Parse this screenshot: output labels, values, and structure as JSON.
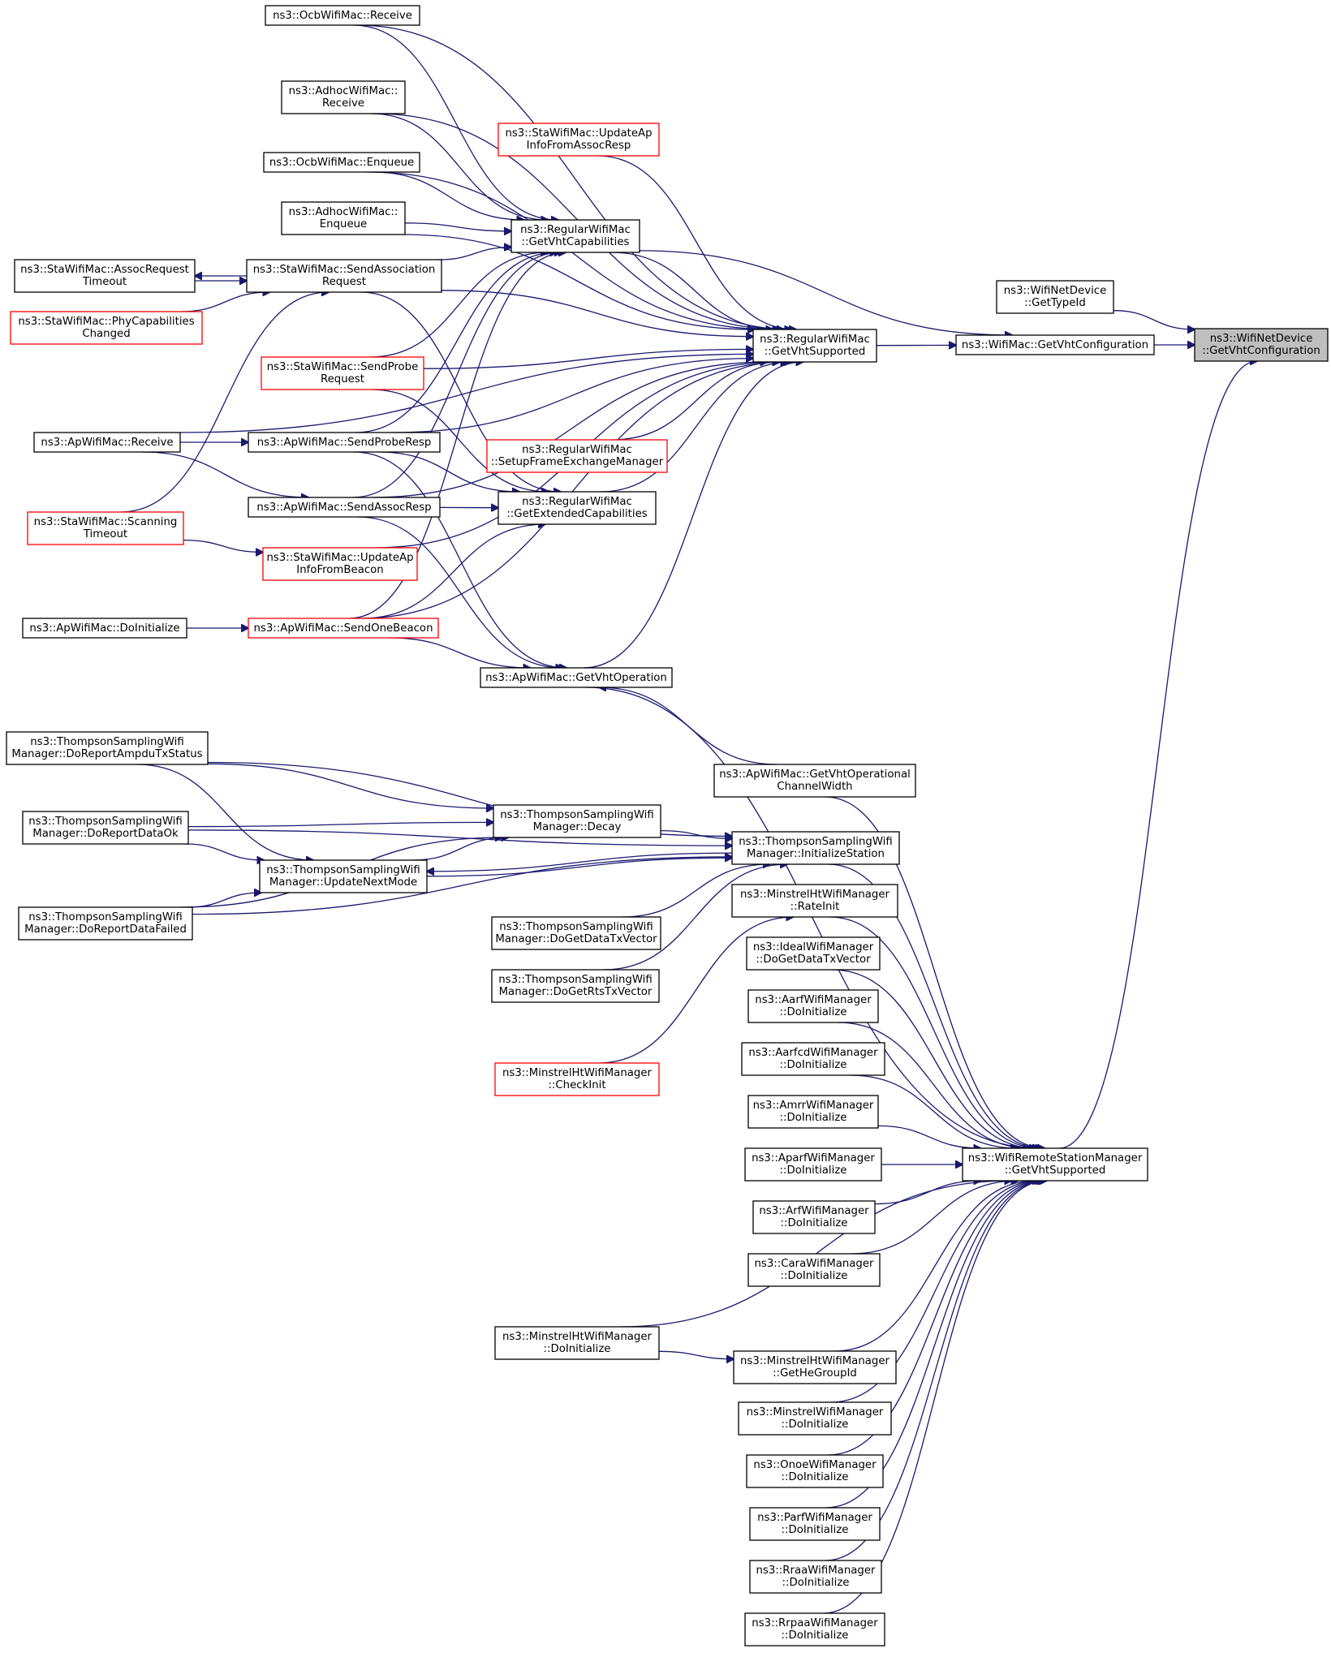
{
  "colors": {
    "edge": "#191970",
    "node_border": "#000000",
    "partial_node_border": "#ff0000",
    "root_fill": "#bfbfbf",
    "background": "#ffffff"
  },
  "nodes": [
    {
      "id": "root",
      "lines": [
        "ns3::WifiNetDevice",
        "::GetVhtConfiguration"
      ],
      "style": "root"
    },
    {
      "id": "wifinetdevice_gettypeid",
      "lines": [
        "ns3::WifiNetDevice",
        "::GetTypeId"
      ],
      "style": "normal"
    },
    {
      "id": "wifimac_getvhtconfiguration",
      "lines": [
        "ns3::WifiMac::GetVhtConfiguration"
      ],
      "style": "normal"
    },
    {
      "id": "regularwifimac_getvhtsupported",
      "lines": [
        "ns3::RegularWifiMac",
        "::GetVhtSupported"
      ],
      "style": "normal"
    },
    {
      "id": "ocbwifimac_receive",
      "lines": [
        "ns3::OcbWifiMac::Receive"
      ],
      "style": "normal"
    },
    {
      "id": "adhocwifimac_receive",
      "lines": [
        "ns3::AdhocWifiMac::",
        "Receive"
      ],
      "style": "normal"
    },
    {
      "id": "stawifimac_updateapinfofromassocresp",
      "lines": [
        "ns3::StaWifiMac::UpdateAp",
        "InfoFromAssocResp"
      ],
      "style": "partial"
    },
    {
      "id": "ocbwifimac_enqueue",
      "lines": [
        "ns3::OcbWifiMac::Enqueue"
      ],
      "style": "normal"
    },
    {
      "id": "adhocwifimac_enqueue",
      "lines": [
        "ns3::AdhocWifiMac::",
        "Enqueue"
      ],
      "style": "normal"
    },
    {
      "id": "regularwifimac_getvhtcapabilities",
      "lines": [
        "ns3::RegularWifiMac",
        "::GetVhtCapabilities"
      ],
      "style": "normal"
    },
    {
      "id": "stawifimac_assocrequesttimeout",
      "lines": [
        "ns3::StaWifiMac::AssocRequest",
        "Timeout"
      ],
      "style": "normal"
    },
    {
      "id": "stawifimac_sendassociationrequest",
      "lines": [
        "ns3::StaWifiMac::SendAssociation",
        "Request"
      ],
      "style": "normal"
    },
    {
      "id": "stawifimac_phycapabilitieschanged",
      "lines": [
        "ns3::StaWifiMac::PhyCapabilities",
        "Changed"
      ],
      "style": "partial"
    },
    {
      "id": "stawifimac_sendproberequest",
      "lines": [
        "ns3::StaWifiMac::SendProbe",
        "Request"
      ],
      "style": "partial"
    },
    {
      "id": "apwifimac_receive",
      "lines": [
        "ns3::ApWifiMac::Receive"
      ],
      "style": "normal"
    },
    {
      "id": "apwifimac_sendproberesp",
      "lines": [
        "ns3::ApWifiMac::SendProbeResp"
      ],
      "style": "normal"
    },
    {
      "id": "regularwifimac_setupframeexchangemanager",
      "lines": [
        "ns3::RegularWifiMac",
        "::SetupFrameExchangeManager"
      ],
      "style": "partial"
    },
    {
      "id": "apwifimac_sendassocresp",
      "lines": [
        "ns3::ApWifiMac::SendAssocResp"
      ],
      "style": "normal"
    },
    {
      "id": "regularwifimac_getextendedcapabilities",
      "lines": [
        "ns3::RegularWifiMac",
        "::GetExtendedCapabilities"
      ],
      "style": "normal"
    },
    {
      "id": "stawifimac_scanningtimeout",
      "lines": [
        "ns3::StaWifiMac::Scanning",
        "Timeout"
      ],
      "style": "partial"
    },
    {
      "id": "stawifimac_updateapinfofrombeacon",
      "lines": [
        "ns3::StaWifiMac::UpdateAp",
        "InfoFromBeacon"
      ],
      "style": "partial"
    },
    {
      "id": "apwifimac_doinitialize",
      "lines": [
        "ns3::ApWifiMac::DoInitialize"
      ],
      "style": "normal"
    },
    {
      "id": "apwifimac_sendonebeacon",
      "lines": [
        "ns3::ApWifiMac::SendOneBeacon"
      ],
      "style": "partial"
    },
    {
      "id": "apwifimac_getvhtoperation",
      "lines": [
        "ns3::ApWifiMac::GetVhtOperation"
      ],
      "style": "normal"
    },
    {
      "id": "ts_doreportampdutxstatus",
      "lines": [
        "ns3::ThompsonSamplingWifi",
        "Manager::DoReportAmpduTxStatus"
      ],
      "style": "normal"
    },
    {
      "id": "apwifimac_getvhtoperationalchannelwidth",
      "lines": [
        "ns3::ApWifiMac::GetVhtOperational",
        "ChannelWidth"
      ],
      "style": "normal"
    },
    {
      "id": "ts_doreportdataok",
      "lines": [
        "ns3::ThompsonSamplingWifi",
        "Manager::DoReportDataOk"
      ],
      "style": "normal"
    },
    {
      "id": "ts_decay",
      "lines": [
        "ns3::ThompsonSamplingWifi",
        "Manager::Decay"
      ],
      "style": "normal"
    },
    {
      "id": "ts_initializestation",
      "lines": [
        "ns3::ThompsonSamplingWifi",
        "Manager::InitializeStation"
      ],
      "style": "normal"
    },
    {
      "id": "ts_updatenextmode",
      "lines": [
        "ns3::ThompsonSamplingWifi",
        "Manager::UpdateNextMode"
      ],
      "style": "normal"
    },
    {
      "id": "minstrelht_rateinit",
      "lines": [
        "ns3::MinstrelHtWifiManager",
        "::RateInit"
      ],
      "style": "normal"
    },
    {
      "id": "ts_doreportdatafailed",
      "lines": [
        "ns3::ThompsonSamplingWifi",
        "Manager::DoReportDataFailed"
      ],
      "style": "normal"
    },
    {
      "id": "ts_dogetdatatxvector",
      "lines": [
        "ns3::ThompsonSamplingWifi",
        "Manager::DoGetDataTxVector"
      ],
      "style": "normal"
    },
    {
      "id": "ideal_dogetdatatxvector",
      "lines": [
        "ns3::IdealWifiManager",
        "::DoGetDataTxVector"
      ],
      "style": "normal"
    },
    {
      "id": "ts_dogetrtstxvector",
      "lines": [
        "ns3::ThompsonSamplingWifi",
        "Manager::DoGetRtsTxVector"
      ],
      "style": "normal"
    },
    {
      "id": "aarf_doinitialize",
      "lines": [
        "ns3::AarfWifiManager",
        "::DoInitialize"
      ],
      "style": "normal"
    },
    {
      "id": "aarfcd_doinitialize",
      "lines": [
        "ns3::AarfcdWifiManager",
        "::DoInitialize"
      ],
      "style": "normal"
    },
    {
      "id": "minstrelht_checkinit",
      "lines": [
        "ns3::MinstrelHtWifiManager",
        "::CheckInit"
      ],
      "style": "partial"
    },
    {
      "id": "amrr_doinitialize",
      "lines": [
        "ns3::AmrrWifiManager",
        "::DoInitialize"
      ],
      "style": "normal"
    },
    {
      "id": "aparf_doinitialize",
      "lines": [
        "ns3::AparfWifiManager",
        "::DoInitialize"
      ],
      "style": "normal"
    },
    {
      "id": "wrsm_getvhtsupported",
      "lines": [
        "ns3::WifiRemoteStationManager",
        "::GetVhtSupported"
      ],
      "style": "normal"
    },
    {
      "id": "arf_doinitialize",
      "lines": [
        "ns3::ArfWifiManager",
        "::DoInitialize"
      ],
      "style": "normal"
    },
    {
      "id": "cara_doinitialize",
      "lines": [
        "ns3::CaraWifiManager",
        "::DoInitialize"
      ],
      "style": "normal"
    },
    {
      "id": "minstrelht_doinitialize",
      "lines": [
        "ns3::MinstrelHtWifiManager",
        "::DoInitialize"
      ],
      "style": "normal"
    },
    {
      "id": "minstrelht_gethegroupid",
      "lines": [
        "ns3::MinstrelHtWifiManager",
        "::GetHeGroupId"
      ],
      "style": "normal"
    },
    {
      "id": "minstrel_doinitialize",
      "lines": [
        "ns3::MinstrelWifiManager",
        "::DoInitialize"
      ],
      "style": "normal"
    },
    {
      "id": "onoe_doinitialize",
      "lines": [
        "ns3::OnoeWifiManager",
        "::DoInitialize"
      ],
      "style": "normal"
    },
    {
      "id": "parf_doinitialize",
      "lines": [
        "ns3::ParfWifiManager",
        "::DoInitialize"
      ],
      "style": "normal"
    },
    {
      "id": "rraa_doinitialize",
      "lines": [
        "ns3::RraaWifiManager",
        "::DoInitialize"
      ],
      "style": "normal"
    },
    {
      "id": "rrpaa_doinitialize",
      "lines": [
        "ns3::RrpaaWifiManager",
        "::DoInitialize"
      ],
      "style": "normal"
    }
  ],
  "edges": [
    [
      "wifinetdevice_gettypeid",
      "root"
    ],
    [
      "wifimac_getvhtconfiguration",
      "root"
    ],
    [
      "wrsm_getvhtsupported",
      "root"
    ],
    [
      "regularwifimac_getvhtsupported",
      "wifimac_getvhtconfiguration"
    ],
    [
      "regularwifimac_getvhtcapabilities",
      "wifimac_getvhtconfiguration"
    ],
    [
      "ocbwifimac_receive",
      "regularwifimac_getvhtsupported"
    ],
    [
      "adhocwifimac_receive",
      "regularwifimac_getvhtsupported"
    ],
    [
      "stawifimac_updateapinfofromassocresp",
      "regularwifimac_getvhtsupported"
    ],
    [
      "ocbwifimac_enqueue",
      "regularwifimac_getvhtsupported"
    ],
    [
      "adhocwifimac_enqueue",
      "regularwifimac_getvhtsupported"
    ],
    [
      "regularwifimac_getvhtcapabilities",
      "regularwifimac_getvhtsupported"
    ],
    [
      "stawifimac_sendassociationrequest",
      "regularwifimac_getvhtsupported"
    ],
    [
      "apwifimac_receive",
      "regularwifimac_getvhtsupported"
    ],
    [
      "stawifimac_sendproberequest",
      "regularwifimac_getvhtsupported"
    ],
    [
      "apwifimac_sendproberesp",
      "regularwifimac_getvhtsupported"
    ],
    [
      "regularwifimac_setupframeexchangemanager",
      "regularwifimac_getvhtsupported"
    ],
    [
      "regularwifimac_getextendedcapabilities",
      "regularwifimac_getvhtsupported"
    ],
    [
      "apwifimac_sendassocresp",
      "regularwifimac_getvhtsupported"
    ],
    [
      "stawifimac_updateapinfofrombeacon",
      "regularwifimac_getvhtsupported"
    ],
    [
      "apwifimac_sendonebeacon",
      "regularwifimac_getvhtsupported"
    ],
    [
      "apwifimac_getvhtoperation",
      "regularwifimac_getvhtsupported"
    ],
    [
      "ocbwifimac_receive",
      "regularwifimac_getvhtcapabilities"
    ],
    [
      "adhocwifimac_receive",
      "regularwifimac_getvhtcapabilities"
    ],
    [
      "ocbwifimac_enqueue",
      "regularwifimac_getvhtcapabilities"
    ],
    [
      "adhocwifimac_enqueue",
      "regularwifimac_getvhtcapabilities"
    ],
    [
      "stawifimac_sendassociationrequest",
      "regularwifimac_getvhtcapabilities"
    ],
    [
      "stawifimac_sendproberequest",
      "regularwifimac_getvhtcapabilities"
    ],
    [
      "apwifimac_sendproberesp",
      "regularwifimac_getvhtcapabilities"
    ],
    [
      "apwifimac_sendassocresp",
      "regularwifimac_getvhtcapabilities"
    ],
    [
      "apwifimac_sendonebeacon",
      "regularwifimac_getvhtcapabilities"
    ],
    [
      "stawifimac_sendassociationrequest",
      "stawifimac_assocrequesttimeout"
    ],
    [
      "stawifimac_assocrequesttimeout",
      "stawifimac_sendassociationrequest"
    ],
    [
      "stawifimac_phycapabilitieschanged",
      "stawifimac_sendassociationrequest"
    ],
    [
      "stawifimac_scanningtimeout",
      "stawifimac_sendassociationrequest"
    ],
    [
      "apwifimac_receive",
      "apwifimac_sendproberesp"
    ],
    [
      "apwifimac_receive",
      "apwifimac_sendassocresp"
    ],
    [
      "stawifimac_sendassociationrequest",
      "regularwifimac_getextendedcapabilities"
    ],
    [
      "stawifimac_sendproberequest",
      "regularwifimac_getextendedcapabilities"
    ],
    [
      "apwifimac_sendproberesp",
      "regularwifimac_getextendedcapabilities"
    ],
    [
      "apwifimac_sendassocresp",
      "regularwifimac_getextendedcapabilities"
    ],
    [
      "apwifimac_sendonebeacon",
      "regularwifimac_getextendedcapabilities"
    ],
    [
      "stawifimac_scanningtimeout",
      "stawifimac_updateapinfofrombeacon"
    ],
    [
      "apwifimac_doinitialize",
      "apwifimac_sendonebeacon"
    ],
    [
      "apwifimac_sendproberesp",
      "apwifimac_getvhtoperation"
    ],
    [
      "apwifimac_sendassocresp",
      "apwifimac_getvhtoperation"
    ],
    [
      "apwifimac_sendonebeacon",
      "apwifimac_getvhtoperation"
    ],
    [
      "apwifimac_getvhtoperationalchannelwidth",
      "apwifimac_getvhtoperation"
    ],
    [
      "apwifimac_getvhtoperation",
      "wrsm_getvhtsupported"
    ],
    [
      "apwifimac_getvhtoperationalchannelwidth",
      "wrsm_getvhtsupported"
    ],
    [
      "ts_doreportampdutxstatus",
      "ts_decay"
    ],
    [
      "ts_doreportdataok",
      "ts_decay"
    ],
    [
      "ts_doreportdatafailed",
      "ts_decay"
    ],
    [
      "ts_updatenextmode",
      "ts_decay"
    ],
    [
      "ts_doreportampdutxstatus",
      "ts_updatenextmode"
    ],
    [
      "ts_doreportdataok",
      "ts_updatenextmode"
    ],
    [
      "ts_doreportdatafailed",
      "ts_updatenextmode"
    ],
    [
      "ts_initializestation",
      "ts_updatenextmode"
    ],
    [
      "ts_decay",
      "ts_initializestation"
    ],
    [
      "ts_updatenextmode",
      "ts_initializestation"
    ],
    [
      "ts_doreportampdutxstatus",
      "ts_initializestation"
    ],
    [
      "ts_doreportdataok",
      "ts_initializestation"
    ],
    [
      "ts_doreportdatafailed",
      "ts_initializestation"
    ],
    [
      "ts_dogetdatatxvector",
      "ts_initializestation"
    ],
    [
      "ts_dogetrtstxvector",
      "ts_initializestation"
    ],
    [
      "ts_initializestation",
      "wrsm_getvhtsupported"
    ],
    [
      "minstrelht_checkinit",
      "minstrelht_rateinit"
    ],
    [
      "minstrelht_rateinit",
      "wrsm_getvhtsupported"
    ],
    [
      "ideal_dogetdatatxvector",
      "wrsm_getvhtsupported"
    ],
    [
      "aarf_doinitialize",
      "wrsm_getvhtsupported"
    ],
    [
      "aarfcd_doinitialize",
      "wrsm_getvhtsupported"
    ],
    [
      "amrr_doinitialize",
      "wrsm_getvhtsupported"
    ],
    [
      "aparf_doinitialize",
      "wrsm_getvhtsupported"
    ],
    [
      "arf_doinitialize",
      "wrsm_getvhtsupported"
    ],
    [
      "cara_doinitialize",
      "wrsm_getvhtsupported"
    ],
    [
      "minstrelht_doinitialize",
      "wrsm_getvhtsupported"
    ],
    [
      "minstrelht_doinitialize",
      "minstrelht_gethegroupid"
    ],
    [
      "minstrelht_gethegroupid",
      "wrsm_getvhtsupported"
    ],
    [
      "minstrel_doinitialize",
      "wrsm_getvhtsupported"
    ],
    [
      "onoe_doinitialize",
      "wrsm_getvhtsupported"
    ],
    [
      "parf_doinitialize",
      "wrsm_getvhtsupported"
    ],
    [
      "rraa_doinitialize",
      "wrsm_getvhtsupported"
    ],
    [
      "rrpaa_doinitialize",
      "wrsm_getvhtsupported"
    ]
  ]
}
